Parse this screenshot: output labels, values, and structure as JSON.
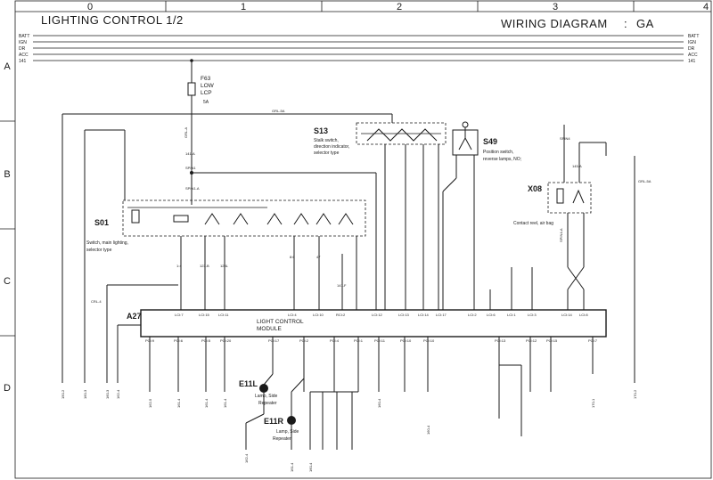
{
  "header": {
    "title": "LIGHTING CONTROL  1/2",
    "subtitle": "WIRING DIAGRAM",
    "subtitle_sep": ":",
    "variant": "GA"
  },
  "grid": {
    "columns": [
      "0",
      "1",
      "2",
      "3",
      "4"
    ],
    "rows": [
      "A",
      "B",
      "C",
      "D"
    ]
  },
  "buses": [
    "BATT",
    "IGN",
    "DR",
    "ACC",
    "141"
  ],
  "components": {
    "f63": {
      "id": "F63",
      "line1": "LOW",
      "line2": "LCP",
      "rating": "5A"
    },
    "s13": {
      "id": "S13",
      "line1": "Stalk switch,",
      "line2": "direction indicator,",
      "line3": "selector type"
    },
    "s49": {
      "id": "S49",
      "line1": "Position switch,",
      "line2": "reverse lamps, NO;"
    },
    "x08": {
      "id": "X08",
      "line1": "Contact reel, air bag"
    },
    "s01": {
      "id": "S01",
      "line1": "Switch, main lighting,",
      "line2": "selector type"
    },
    "a27": {
      "id": "A27",
      "line1": "LIGHT CONTROL",
      "line2": "MODULE"
    },
    "e11l": {
      "id": "E11L",
      "line1": "Lamp, Side",
      "line2": "Repeater"
    },
    "e11r": {
      "id": "E11R",
      "line1": "Lamp, Side",
      "line2": "Repeater"
    }
  },
  "module_pins_top": [
    "LCI:7",
    "LCI:15",
    "LCI:11",
    "LCI:4",
    "LCI:10",
    "RCI:2",
    "LCI:12",
    "LCI:13",
    "LCI:14",
    "LCI:17",
    "LCI:2",
    "LCI:6",
    "LCI:1",
    "LCI:3",
    "LCI:14",
    "LCI:8"
  ],
  "module_pins_bottom": [
    "PCI:9",
    "PCI:6",
    "PCI:5",
    "PCI:20",
    "PCI:17",
    "PCI:2",
    "PCI:4",
    "PCI:1",
    "PCI:11",
    "PCI:10",
    "PCI:10",
    "PCI:13",
    "PCI:12",
    "PCI:15",
    "PCI:7"
  ],
  "wire_labels": [
    "GRL-A",
    "141-A",
    "SPIN1",
    "SPIN1-A",
    "GRL-5A",
    "1:4",
    "123-B",
    "123L",
    "8:6",
    "47",
    "141-F",
    "CRL-4",
    "SPIN4",
    "145-A",
    "SPIN4-A"
  ],
  "bottom_refs": [
    "150-2",
    "160-3",
    "160-3",
    "162-4",
    "162-5",
    "161-4",
    "161-4",
    "161-4",
    "162-4",
    "161-4",
    "160-4",
    "160-4",
    "160-4",
    "170-1",
    "170-2"
  ]
}
